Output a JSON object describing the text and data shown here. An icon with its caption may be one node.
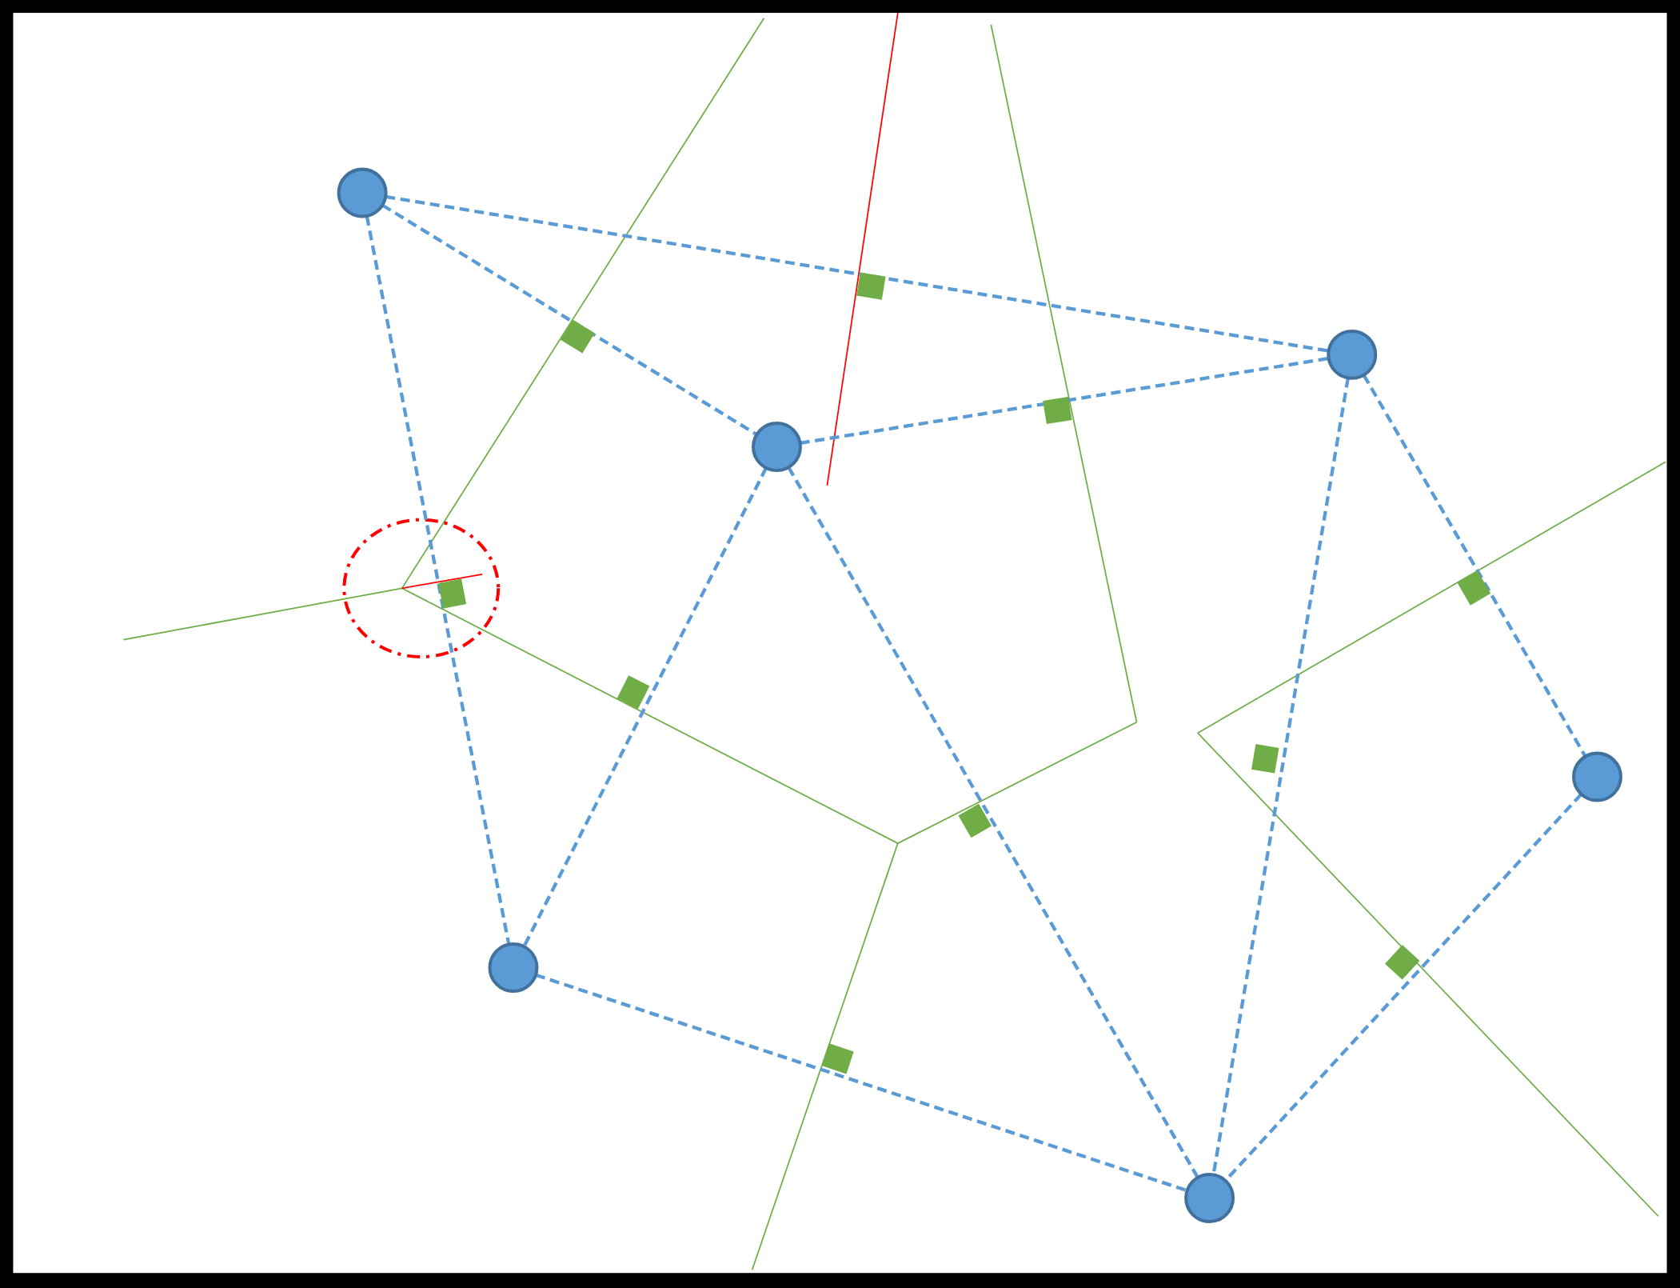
{
  "diagram": {
    "nodes": [
      {
        "text": [],
        "shape": "circle"
      },
      {
        "text": [],
        "shape": "circle"
      },
      {
        "text": [],
        "shape": "circle"
      },
      {
        "text": [],
        "shape": "circle"
      },
      {
        "text": [],
        "shape": "circle"
      },
      {
        "text": [],
        "shape": "circle"
      }
    ],
    "edges": [
      {
        "from": 0,
        "to": 1,
        "arrow": "none",
        "style": "dashed"
      },
      {
        "from": 0,
        "to": 2,
        "arrow": "none",
        "style": "dashed"
      },
      {
        "from": 0,
        "to": 4,
        "arrow": "none",
        "style": "dashed"
      },
      {
        "from": 2,
        "to": 1,
        "arrow": "none",
        "style": "dashed"
      },
      {
        "from": 2,
        "to": 4,
        "arrow": "none",
        "style": "dashed"
      },
      {
        "from": 2,
        "to": 5,
        "arrow": "none",
        "style": "dashed"
      },
      {
        "from": 1,
        "to": 5,
        "arrow": "none",
        "style": "dashed"
      },
      {
        "from": 1,
        "to": 3,
        "arrow": "none",
        "style": "dashed"
      },
      {
        "from": 3,
        "to": 5,
        "arrow": "none",
        "style": "dashed"
      },
      {
        "from": 4,
        "to": 5,
        "arrow": "none",
        "style": "dashed"
      }
    ]
  }
}
